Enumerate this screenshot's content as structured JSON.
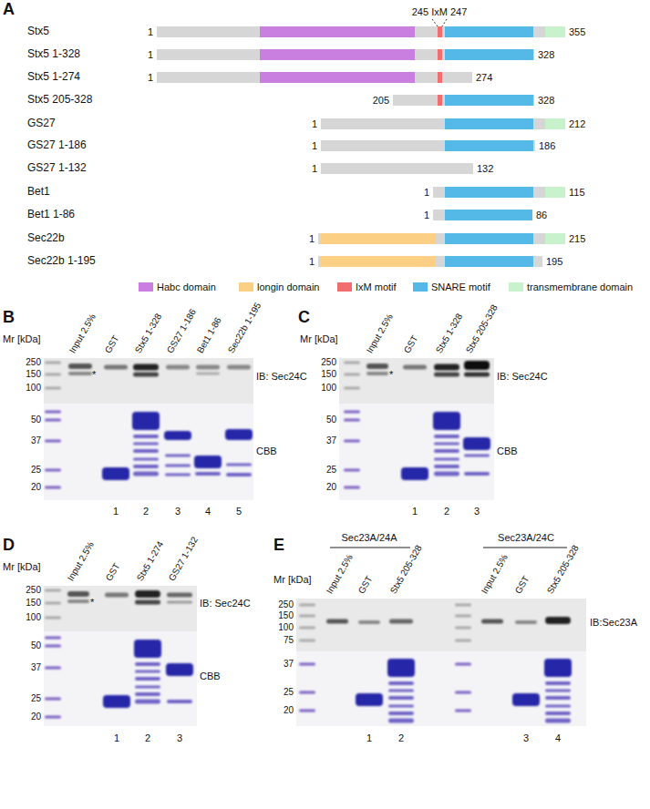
{
  "diagram": {
    "labels": [
      "A",
      "245 IxM 247",
      "Stx5",
      "1",
      "355",
      "Stx5 1-328",
      "1",
      "328",
      "Stx5 1-274",
      "1",
      "274",
      "Stx5 205-328",
      "205",
      "328",
      "GS27",
      "1",
      "212",
      "GS27 1-186",
      "1",
      "186",
      "GS27 1-132",
      "1",
      "132",
      "Bet1",
      "1",
      "115",
      "Bet1 1-86",
      "1",
      "86",
      "Sec22b",
      "1",
      "215",
      "Sec22b 1-195",
      "1",
      "195",
      "B",
      "Mr [kDa]",
      "250",
      "150",
      "100",
      "50",
      "37",
      "25",
      "20",
      "Input 2.5%",
      "GST",
      "Stx5 1-328",
      "GS27 1-186",
      "Bet1 1-86",
      "Sec22b 1-195",
      "*",
      "IB: Sec24C",
      "CBB",
      "1",
      "2",
      "3",
      "4",
      "5",
      "C",
      "Mr [kDa]",
      "250",
      "150",
      "100",
      "50",
      "37",
      "25",
      "20",
      "Input 2.5%",
      "GST",
      "Stx5 1-328",
      "Stx5 205-328",
      "*",
      "IB: Sec24C",
      "CBB",
      "1",
      "2",
      "3",
      "D",
      "Mr [kDa]",
      "250",
      "150",
      "100",
      "50",
      "37",
      "25",
      "20",
      "Input 2.5%",
      "GST",
      "Stx5 1-274",
      "GS27 1-132",
      "*",
      "IB: Sec24C",
      "CBB",
      "1",
      "2",
      "3",
      "E",
      "Sec23A/24A",
      "Sec23A/24C",
      "Mr [kDa]",
      "250",
      "150",
      "100",
      "75",
      "37",
      "25",
      "20",
      "Input 2.5%",
      "GST",
      "Stx5 205-328",
      "Input 2.5%",
      "GST",
      "Stx5 205-328",
      "IB:Sec23A",
      "1",
      "2",
      "3",
      "4"
    ],
    "legend": [
      {
        "text": "Habc domain",
        "color": "#c97fe0"
      },
      {
        "text": "longin domain",
        "color": "#fbd085"
      },
      {
        "text": "IxM motif",
        "color": "#f26d6d"
      },
      {
        "text": "SNARE motif",
        "color": "#55b9e8"
      },
      {
        "text": "transmembrane domain",
        "color": "#c8f2cc"
      }
    ]
  }
}
